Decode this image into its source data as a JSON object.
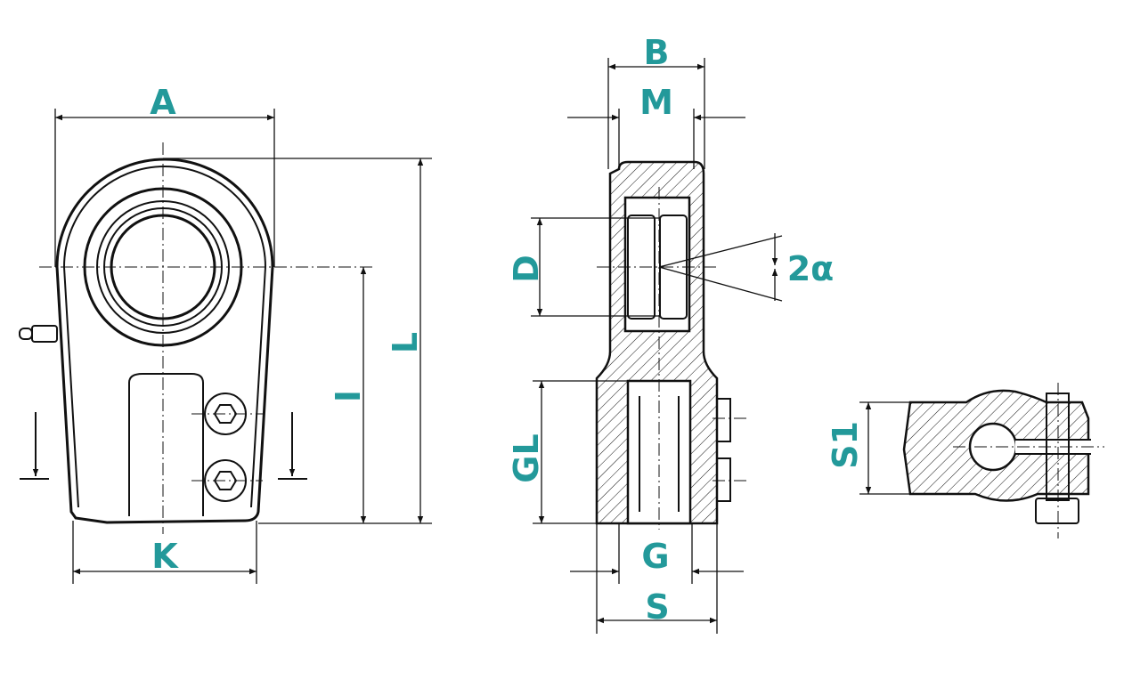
{
  "accent_color": "#23999a",
  "labels": {
    "A": "A",
    "L": "L",
    "I": "I",
    "K": "K",
    "B": "B",
    "M": "M",
    "D": "D",
    "alpha": "2α",
    "GL": "GL",
    "G": "G",
    "S": "S",
    "S1": "S1"
  }
}
